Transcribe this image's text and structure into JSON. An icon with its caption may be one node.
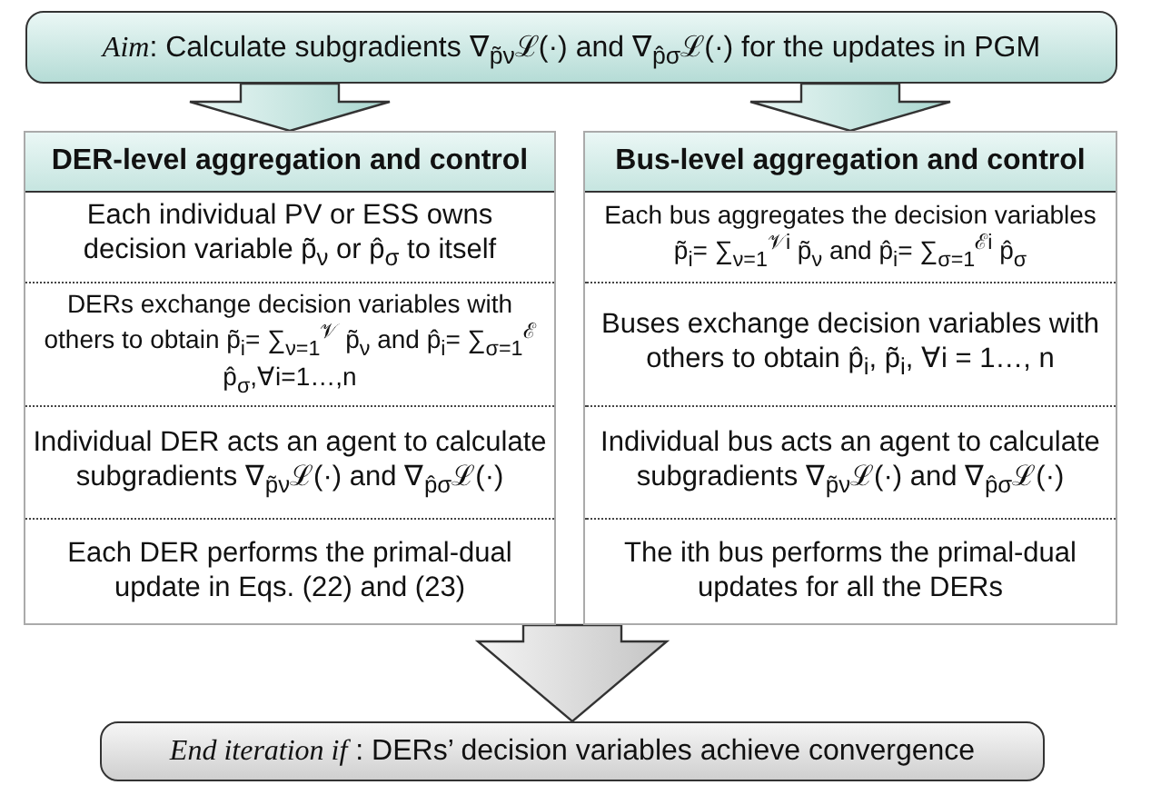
{
  "diagram": {
    "nodes": [
      {
        "text": [
          "*Aim*: Calculate subgradients ∇$_{p̃ν}$ℒ(·) and ∇$_{p̂σ}$ℒ(·) for the updates in PGM"
        ]
      },
      {
        "text": [
          "DER-level aggregation and control"
        ]
      },
      {
        "text": [
          "Each individual PV or ESS owns decision variable p̃$_{ν}$ or p̂$_{σ}$ to itself"
        ],
        "in": 1
      },
      {
        "text": [
          "DERs exchange decision variables with others to obtain p̃$_{i}$= ∑$_{ν=1}$$^{𝒱}$ p̃$_{ν}$ and p̂$_{i}$= ∑$_{σ=1}$$^{ℰ}$ p̂$_{σ}$,∀i=1…,n"
        ],
        "in": 1
      },
      {
        "text": [
          "Individual DER acts an agent to calculate subgradients ∇$_{p̃ν}$ℒ(·) and ∇$_{p̂σ}$ℒ(·)"
        ],
        "in": 1
      },
      {
        "text": [
          "Each DER performs the primal-dual update in Eqs. (22) and (23)"
        ],
        "in": 1
      },
      {
        "text": [
          "Bus-level aggregation and control"
        ]
      },
      {
        "text": [
          "Each bus aggregates the decision variables p̃$_{i}$= ∑$_{ν=1}$$^{𝒱i}$ p̃$_{ν}$ and p̂$_{i}$= ∑$_{σ=1}$$^{ℰi}$ p̂$_{σ}$"
        ],
        "in": 6
      },
      {
        "text": [
          "Buses exchange decision variables with others to obtain p̂$_{i}$, p̃$_{i}$, ∀i = 1…, n"
        ],
        "in": 6
      },
      {
        "text": [
          "Individual bus acts an agent to calculate subgradients ∇$_{p̃ν}$ℒ(·) and ∇$_{p̂σ}$ℒ(·)"
        ],
        "in": 6
      },
      {
        "text": [
          "The ith bus performs the primal-dual updates for all the DERs"
        ],
        "in": 6
      },
      {
        "text": [
          "*End iteration if* : DERs’ decision variables achieve convergence"
        ]
      }
    ],
    "edges": [
      {
        "from": 0,
        "to": 1,
        "arrow": "to"
      },
      {
        "from": 0,
        "to": 6,
        "arrow": "to"
      },
      {
        "from": 1,
        "to": 11,
        "arrow": "to"
      },
      {
        "from": 6,
        "to": 11,
        "arrow": "to"
      }
    ]
  }
}
